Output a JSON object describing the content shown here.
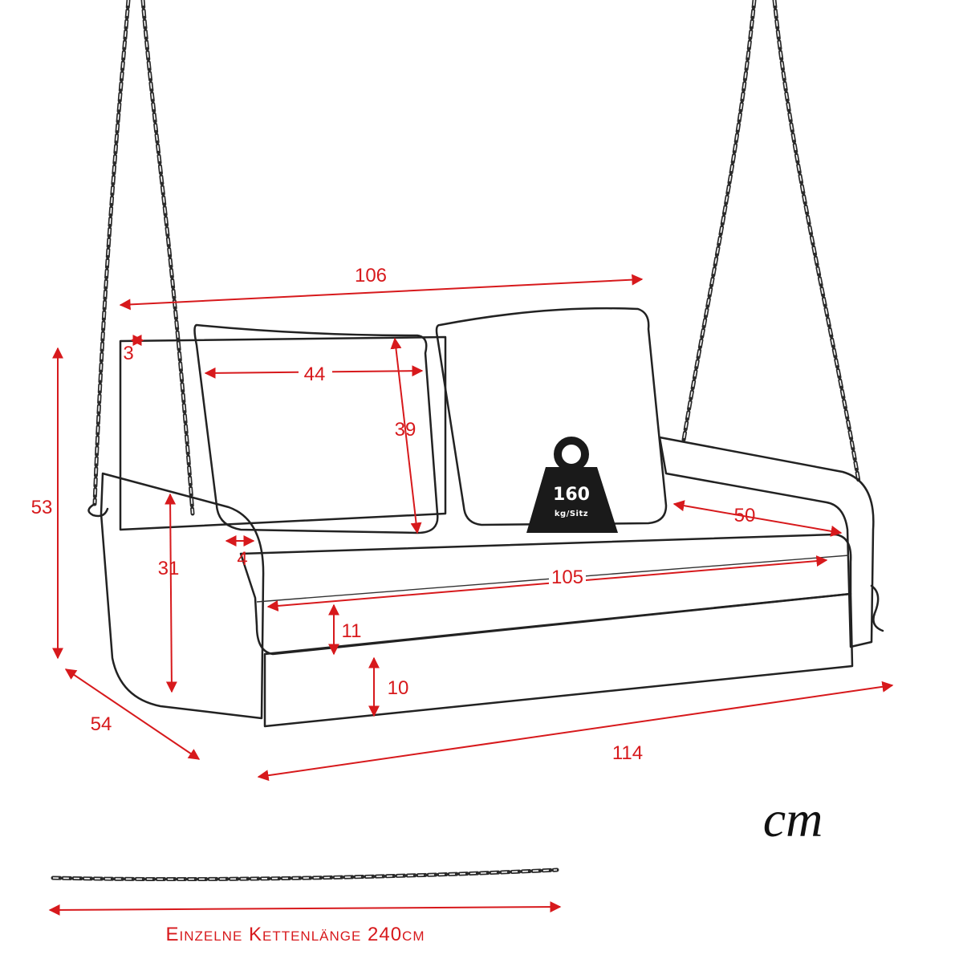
{
  "unit_label": "cm",
  "weight_badge": {
    "value": "160",
    "unit": "kg/Sitz"
  },
  "dimensions": {
    "backrest_width": "106",
    "frame_thickness": "3",
    "cushion_width": "44",
    "cushion_height": "39",
    "total_height": "53",
    "armrest_height": "31",
    "armrest_gap": "4",
    "armrest_depth": "50",
    "seat_width": "105",
    "seat_cushion_height": "11",
    "base_height": "10",
    "depth": "54",
    "total_width": "114"
  },
  "chain_caption": "Einzelne Kettenlänge 240cm",
  "colors": {
    "dimension": "#d7191c",
    "sketch": "#222222",
    "badge": "#1a1a1a"
  }
}
